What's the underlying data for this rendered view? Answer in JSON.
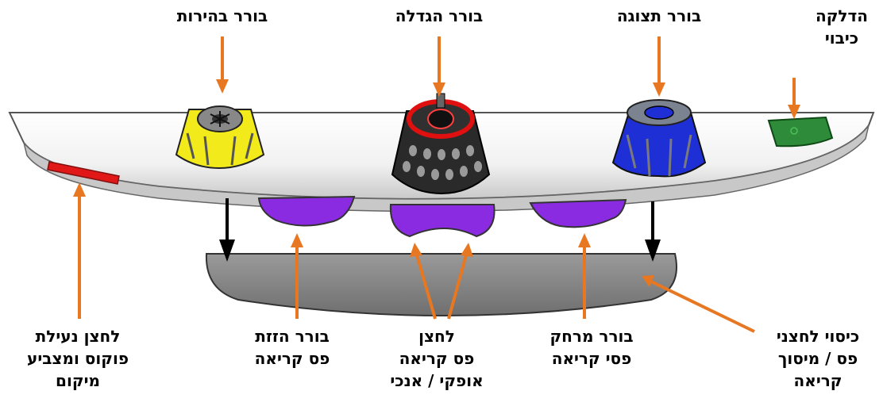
{
  "labels": {
    "power": {
      "line1": "הדלקה",
      "line2": "כיבוי"
    },
    "display": {
      "line1": "בורר תצוגה"
    },
    "magnification": {
      "line1": "בורר הגדלה"
    },
    "brightness": {
      "line1": "בורר בהירות"
    },
    "focus_lock": {
      "line1": "לחצן נעילת",
      "line2": "פוקוס ומצביע",
      "line3": "מיקום"
    },
    "line_shift": {
      "line1": "בורר הזזת",
      "line2": "פס קריאה"
    },
    "line_button": {
      "line1": "לחצן",
      "line2": "פס קריאה",
      "line3": "אופקי / אנכי"
    },
    "line_spacing": {
      "line1": "בורר מרחק",
      "line2": "פסי קריאה"
    },
    "cover": {
      "line1": "כיסוי לחצני",
      "line2": "פס / מיסוך",
      "line3": "קריאה"
    }
  },
  "colors": {
    "arrow": "#e87722",
    "power_button": "#2e8b3a",
    "display_knob": "#1f2fd6",
    "magnification_knob": "#2a2a2a",
    "magnification_accent": "#e01010",
    "brightness_knob": "#f2ea1a",
    "focus_button": "#e01818",
    "purple_controls": "#8a2be2",
    "cover": "#8c8c8c",
    "panel": "#f3f3f3"
  }
}
